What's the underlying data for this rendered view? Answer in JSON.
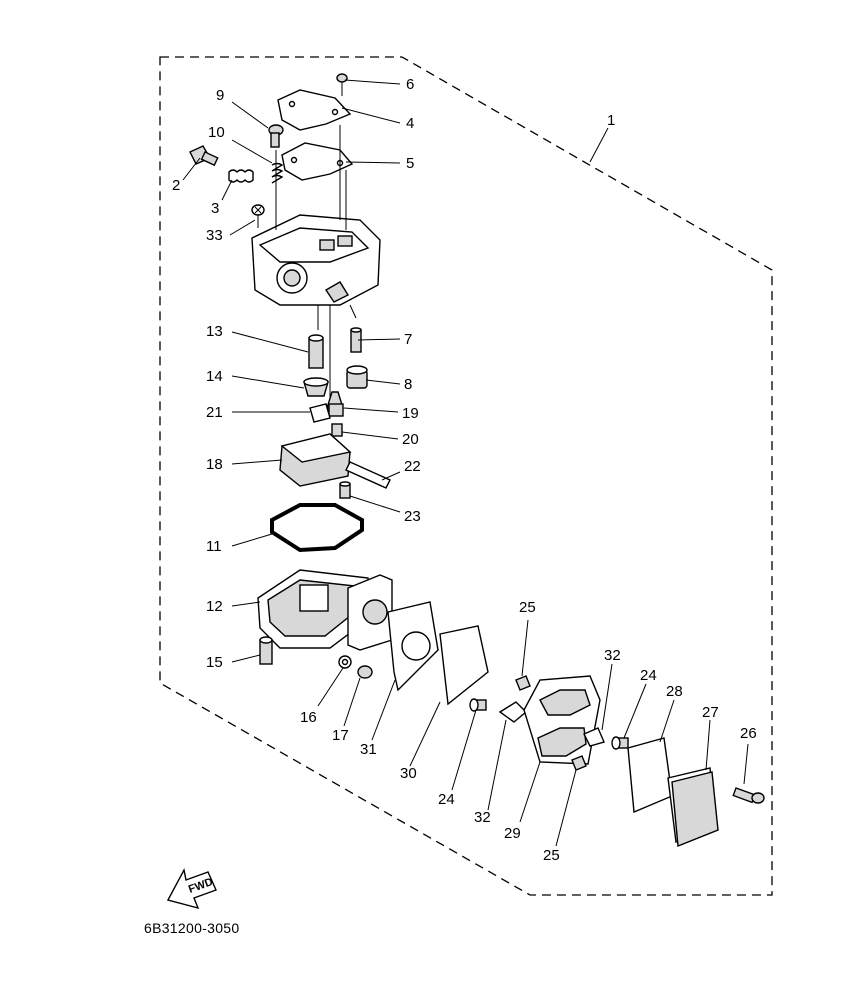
{
  "diagram": {
    "reference_code": "6B31200-3050",
    "fwd_label": "FWD",
    "callouts": {
      "c1": "1",
      "c2": "2",
      "c3": "3",
      "c4": "4",
      "c5": "5",
      "c6": "6",
      "c7": "7",
      "c8": "8",
      "c9": "9",
      "c10": "10",
      "c11": "11",
      "c12": "12",
      "c13": "13",
      "c14": "14",
      "c15": "15",
      "c16": "16",
      "c17": "17",
      "c18": "18",
      "c19": "19",
      "c20": "20",
      "c21": "21",
      "c22": "22",
      "c23": "23",
      "c24a": "24",
      "c24b": "24",
      "c25a": "25",
      "c25b": "25",
      "c26": "26",
      "c27": "27",
      "c28": "28",
      "c29": "29",
      "c30": "30",
      "c31": "31",
      "c32a": "32",
      "c32b": "32",
      "c33": "33"
    }
  }
}
